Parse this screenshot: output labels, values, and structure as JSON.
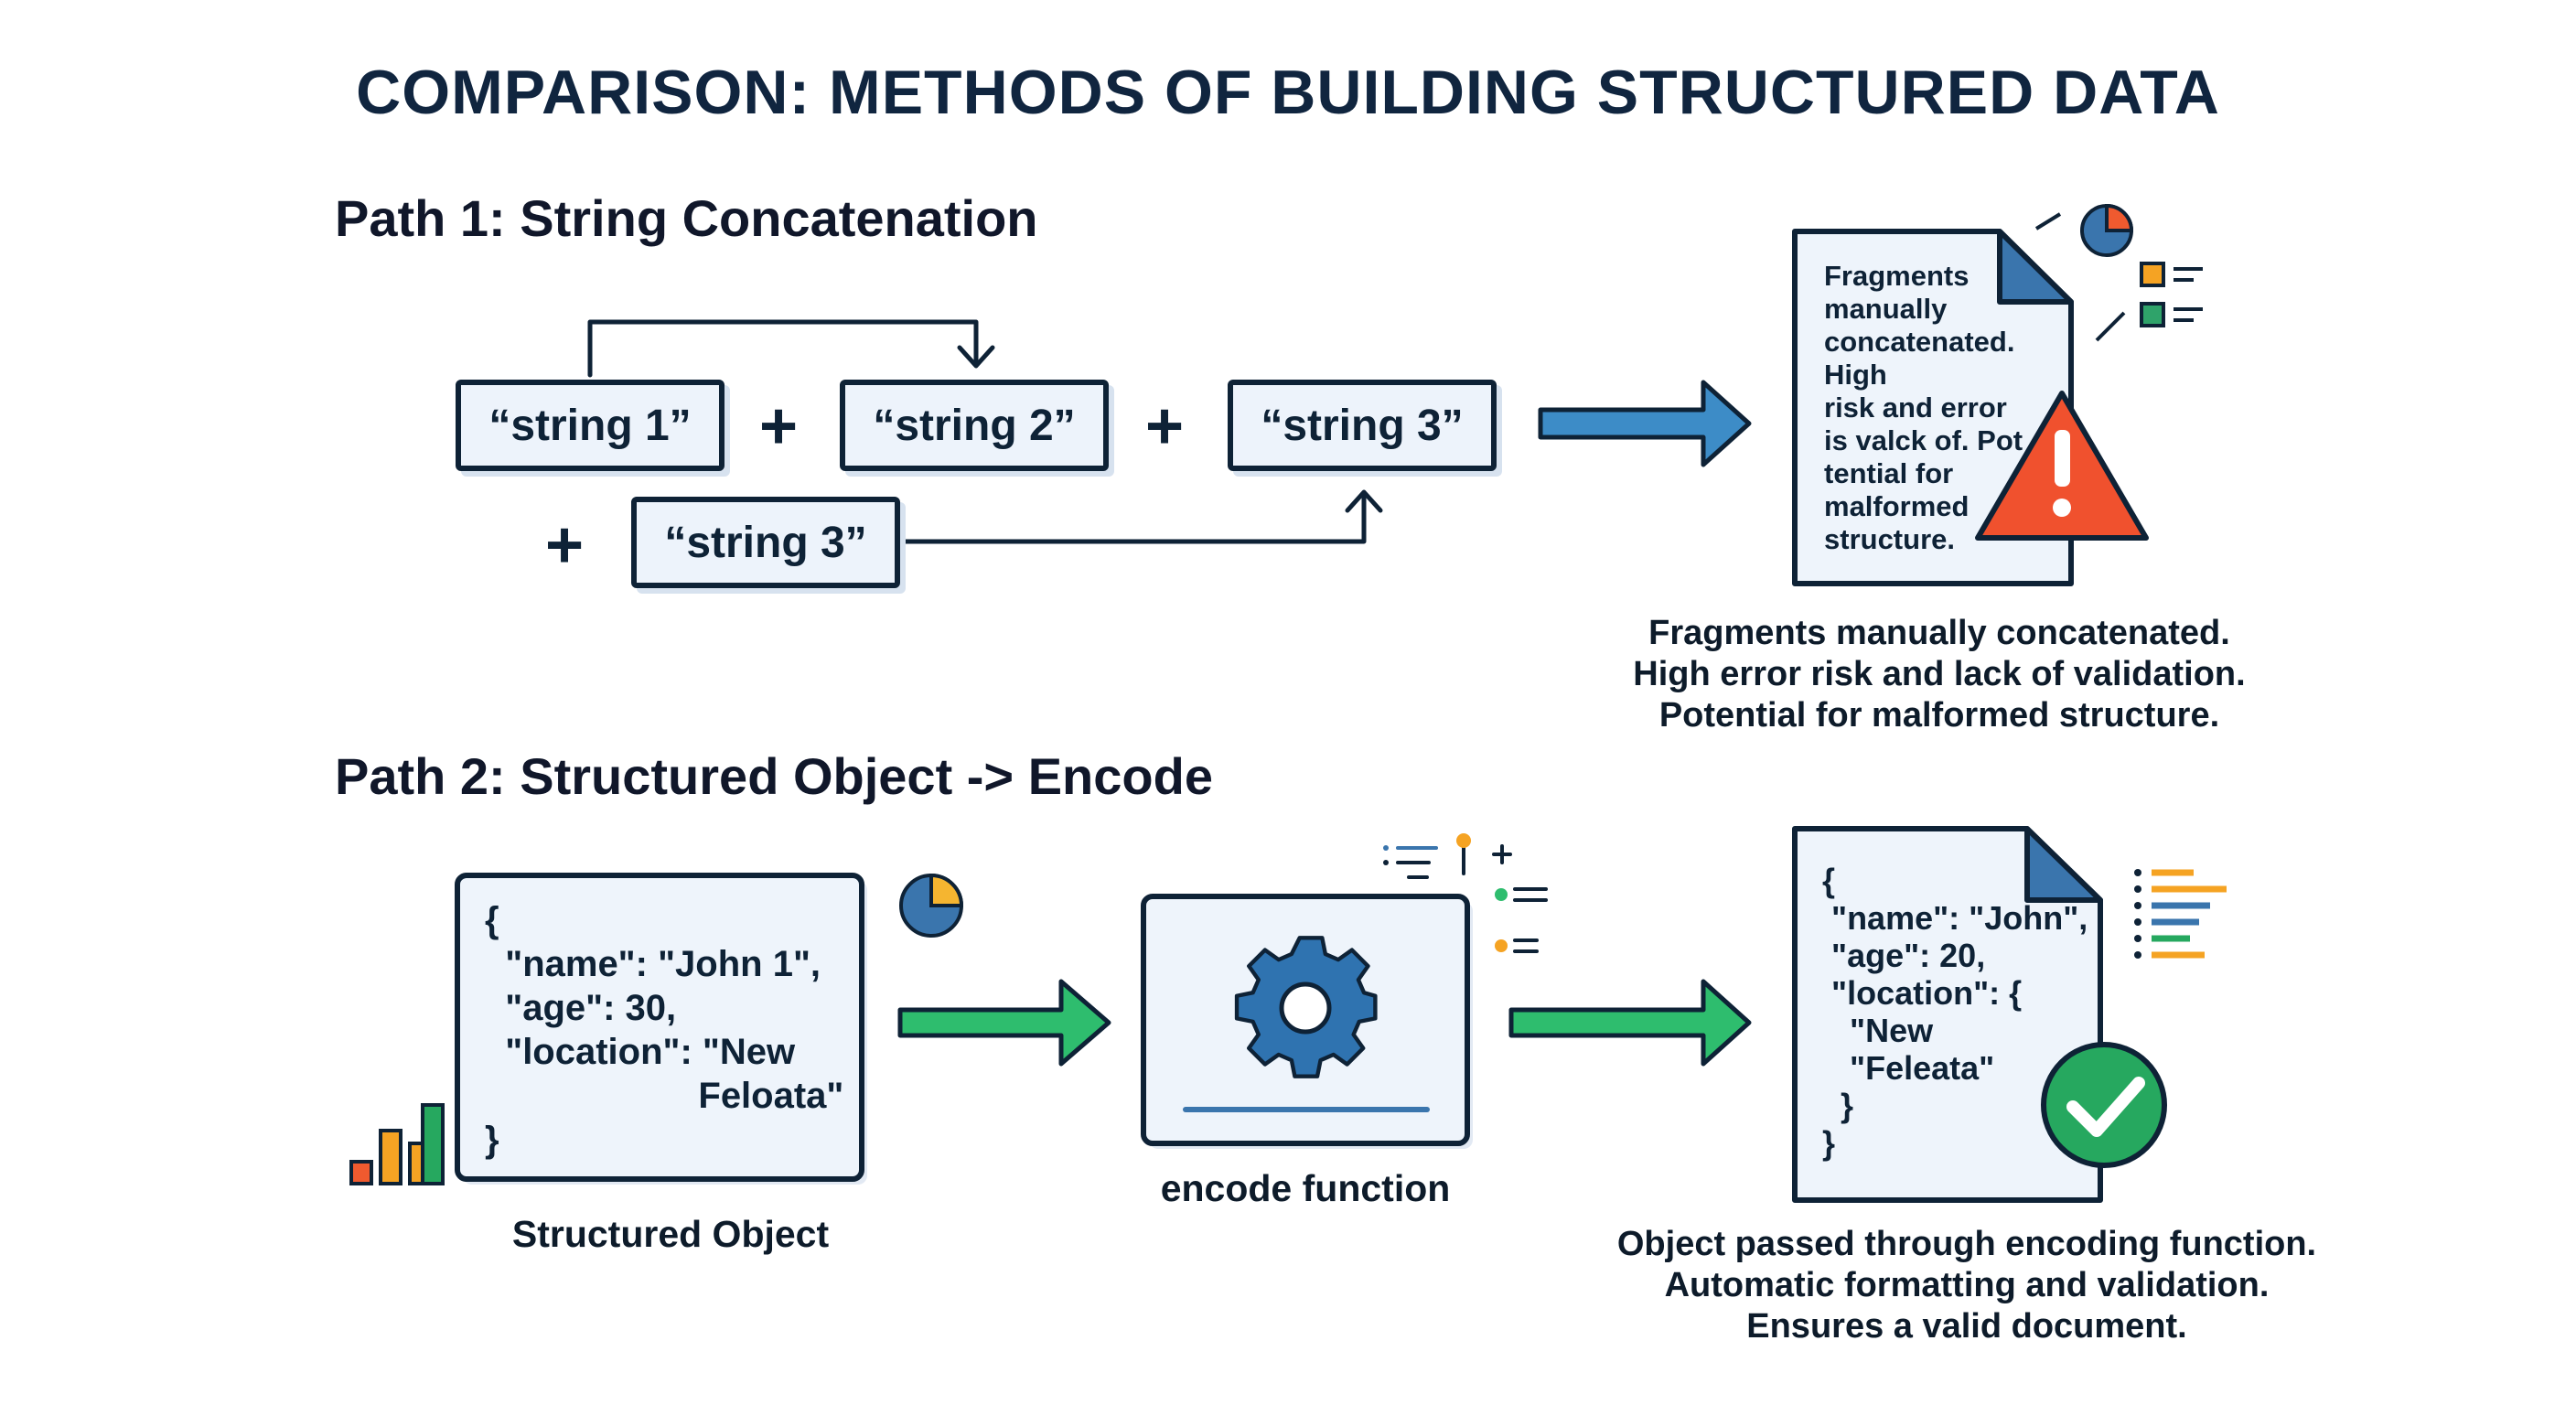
{
  "title": "COMPARISON: METHODS OF BUILDING STRUCTURED DATA",
  "path1": {
    "heading": "Path 1: String Concatenation",
    "strings": [
      "“string 1”",
      "“string 2”",
      "“string 3”",
      "“string 3”"
    ],
    "operator": "+",
    "document_lines": [
      "Fragments",
      "manually",
      "concatenated.",
      "High",
      "risk and  error",
      "is valck of. Pot",
      "tential for",
      "malformed",
      "structure."
    ],
    "caption_lines": [
      "Fragments manually concatenated.",
      "High error risk and lack of validation.",
      "Potential for malformed structure."
    ],
    "colors": {
      "arrow": "#3d8cc7",
      "warning": "#f0512e",
      "pie_blue": "#3a75ad",
      "pie_orange": "#ef5a2f",
      "legend_orange": "#f5a323",
      "legend_green": "#2fa36a"
    },
    "icons": [
      "warning-icon",
      "pie-chart-icon",
      "legend-icon"
    ]
  },
  "path2": {
    "heading": "Path 2: Structured Object -> Encode",
    "object_code": [
      "{",
      "  \"name\": \"John 1\",",
      "  \"age\": 30,",
      "  \"location\": \"New",
      "                     Feloata\"",
      "}"
    ],
    "object_label": "Structured Object",
    "encode_label": "encode function",
    "document_code": [
      "{",
      " \"name\": \"John\",",
      " \"age\": 20,",
      " \"location\": {",
      "   \"New",
      "   \"Feleata\"",
      "  }",
      "}"
    ],
    "caption_lines": [
      "Object passed through encoding function.",
      "Automatic formatting and validation.",
      "Ensures a valid document."
    ],
    "colors": {
      "arrow": "#2ebd6e",
      "check": "#26a85f",
      "gear": "#2f73b0",
      "bar_orange": "#ef5a2f",
      "bar_yellow": "#f5a323",
      "bar_green": "#26a85f"
    },
    "icons": [
      "gear-icon",
      "check-icon",
      "bar-chart-icon",
      "pie-chart-icon",
      "list-lines-icon"
    ]
  }
}
